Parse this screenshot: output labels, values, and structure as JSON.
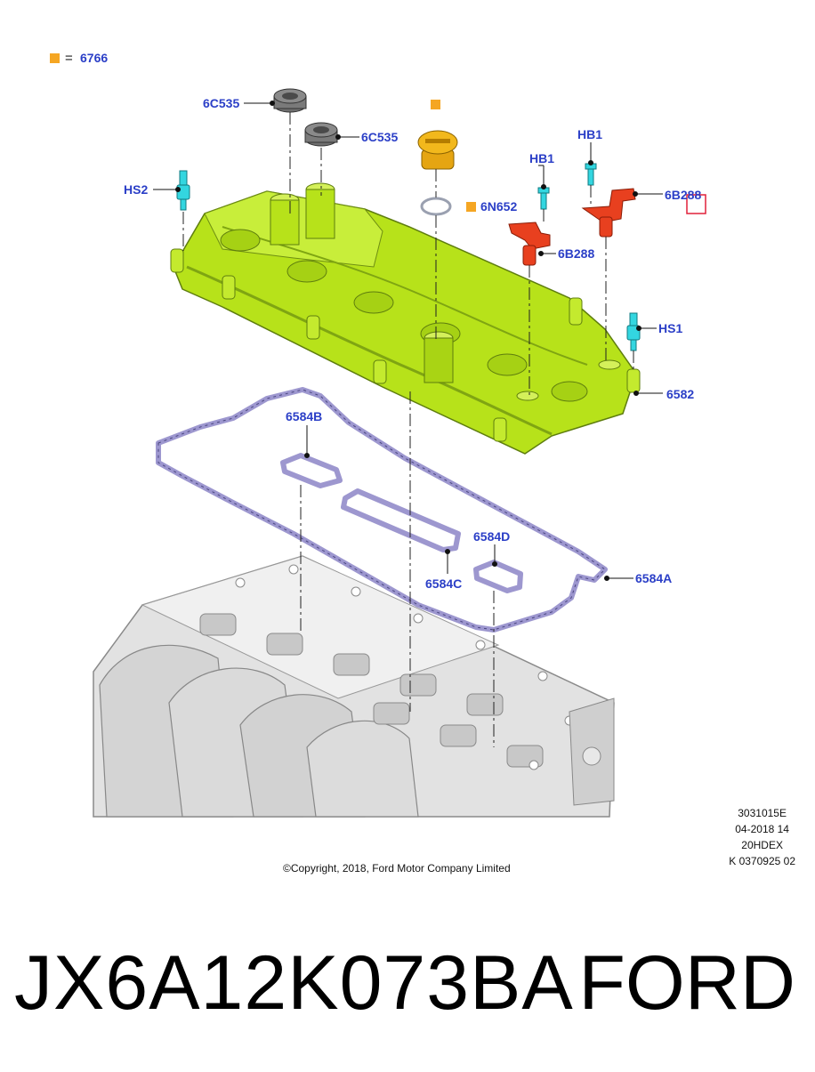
{
  "legend": {
    "marker_color": "#f5a623",
    "equals": "=",
    "code": "6766"
  },
  "callouts": [
    {
      "id": "c1",
      "text": "6C535"
    },
    {
      "id": "c2",
      "text": "6C535"
    },
    {
      "id": "c3",
      "text": "HS2"
    },
    {
      "id": "c4",
      "text": "6N652"
    },
    {
      "id": "c5",
      "text": "HB1"
    },
    {
      "id": "c6",
      "text": "HB1"
    },
    {
      "id": "c7",
      "text": "6B288"
    },
    {
      "id": "c8",
      "text": "6B288"
    },
    {
      "id": "c9",
      "text": "HS1"
    },
    {
      "id": "c10",
      "text": "6582"
    },
    {
      "id": "c11",
      "text": "6584B"
    },
    {
      "id": "c12",
      "text": "6584D"
    },
    {
      "id": "c13",
      "text": "6584C"
    },
    {
      "id": "c14",
      "text": "6584A"
    }
  ],
  "colors": {
    "callout_text": "#2b3fc7",
    "valve_cover": "#b7e21a",
    "valve_cover_shade": "#7fa512",
    "sensor_red": "#e8401f",
    "bolt_cyan": "#33d6e0",
    "seal_gray": "#707070",
    "gasket_lilac": "#9d97cf",
    "oil_cap": "#f2b81c",
    "head_gray": "#d8d8d8"
  },
  "meta_lines": [
    "3031015E",
    "04-2018 14",
    "20HDEX",
    "K 0370925 02"
  ],
  "copyright": "©Copyright, 2018, Ford Motor Company Limited",
  "part_number": "JX6A12K073BA",
  "brand": "FORD"
}
